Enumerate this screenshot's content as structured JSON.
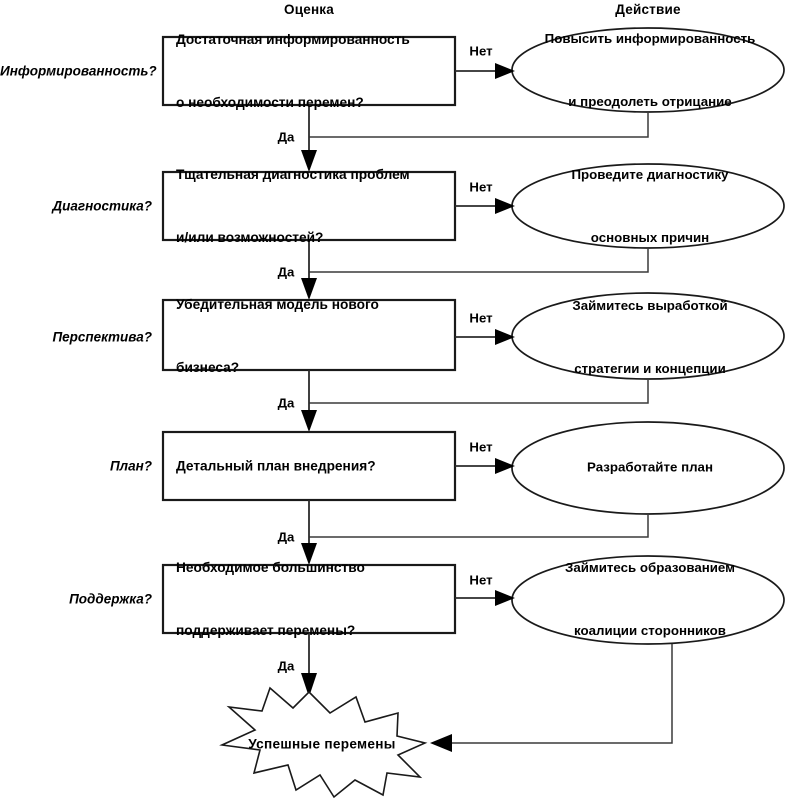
{
  "columns": {
    "assessment": "Оценка",
    "action": "Действие"
  },
  "edge_labels": {
    "no": "Нет",
    "yes": "Да"
  },
  "rows": [
    {
      "label": "Информированность?",
      "question_line1": "Достаточная информированность",
      "question_line2": "о необходимости перемен?",
      "action_line1": "Повысить информированность",
      "action_line2": "и преодолеть отрицание"
    },
    {
      "label": "Диагностика?",
      "question_line1": "Тщательная диагностика проблем",
      "question_line2": "и/или возможностей?",
      "action_line1": "Проведите диагностику",
      "action_line2": "основных причин"
    },
    {
      "label": "Перспектива?",
      "question_line1": "Убедительная модель нового",
      "question_line2": "бизнеса?",
      "action_line1": "Займитесь выработкой",
      "action_line2": "стратегии и концепции"
    },
    {
      "label": "План?",
      "question_line1": "Детальный план внедрения?",
      "question_line2": "",
      "action_line1": "Разработайте план",
      "action_line2": ""
    },
    {
      "label": "Поддержка?",
      "question_line1": "Необходимое большинство",
      "question_line2": "поддерживает перемены?",
      "action_line1": "Займитесь образованием",
      "action_line2": "коалиции сторонников"
    }
  ],
  "outcome": {
    "label": "Успешные перемены",
    "shape": "starburst"
  },
  "colors": {
    "stroke": "#1a1a1a",
    "connector": "#2b2b2b",
    "fill": "#ffffff",
    "text": "#000000"
  }
}
